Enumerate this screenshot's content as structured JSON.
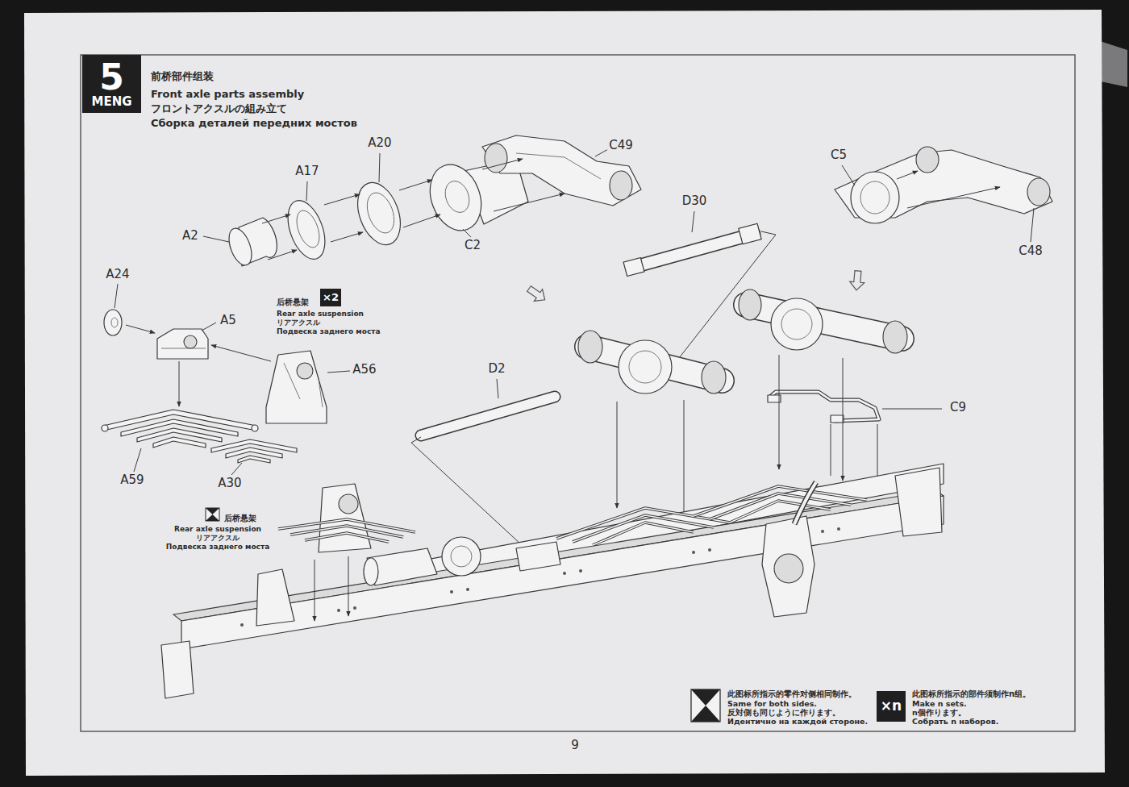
{
  "diagram": {
    "title": "前桥部件组装",
    "nodes": [
      {
        "text": [
          "5",
          "MENG"
        ]
      },
      {
        "text": [
          "×2"
        ]
      },
      {
        "text": [
          "×n"
        ]
      }
    ],
    "labels": [
      "Front axle parts assembly",
      "フロントアクスルの組み立て",
      "Сборка деталей передних мостов",
      "A20",
      "A17",
      "C49",
      "C5",
      "A2",
      "C2",
      "D30",
      "C48",
      "A24",
      "A5",
      "A56",
      "D2",
      "C9",
      "A59",
      "A30",
      "后桥悬架",
      "Rear axle suspension",
      "リアアクスル",
      "Подвеска заднего моста",
      "后桥悬架",
      "Rear axle suspension",
      "リアアクスル",
      "Подвеска заднего моста",
      "9"
    ],
    "legend": [
      {
        "text": "此图标所指示的零件对侧相同制作。"
      },
      {
        "text": "Same for both sides."
      },
      {
        "text": "反対側も同じように作ります。"
      },
      {
        "text": "Идентично на каждой стороне."
      },
      {
        "text": "此图标所指示的部件须制作n组。"
      },
      {
        "text": "Make n sets."
      },
      {
        "text": "n個作ります。"
      },
      {
        "text": "Собрать n наборов."
      }
    ]
  }
}
